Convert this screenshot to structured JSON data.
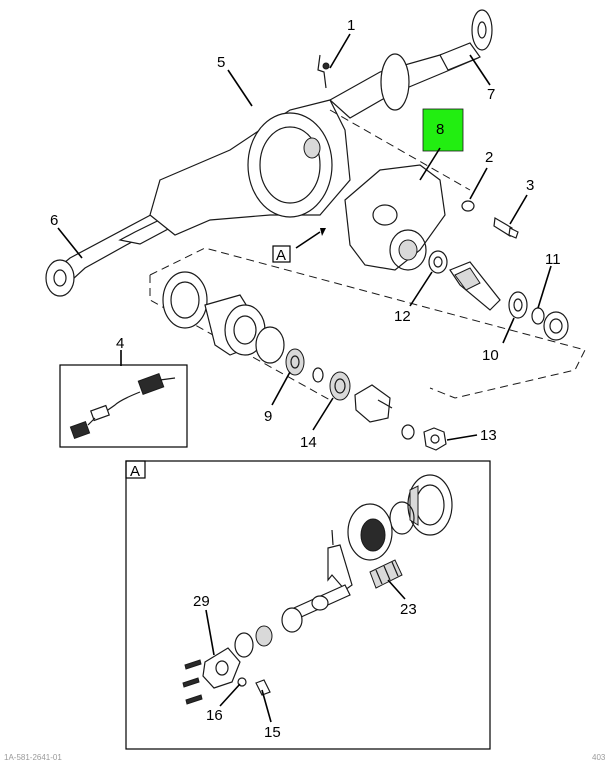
{
  "highlight_color": "#22ee11",
  "view_label": "A",
  "callouts": {
    "c1": "1",
    "c2": "2",
    "c3": "3",
    "c4": "4",
    "c5": "5",
    "c6": "6",
    "c7": "7",
    "c8": "8",
    "c9": "9",
    "c10": "10",
    "c11": "11",
    "c12": "12",
    "c13": "13",
    "c14": "14",
    "c15": "15",
    "c16": "16",
    "c23": "23",
    "c29": "29"
  },
  "footer": {
    "left": "1A-581-2641-01",
    "right": "403"
  }
}
